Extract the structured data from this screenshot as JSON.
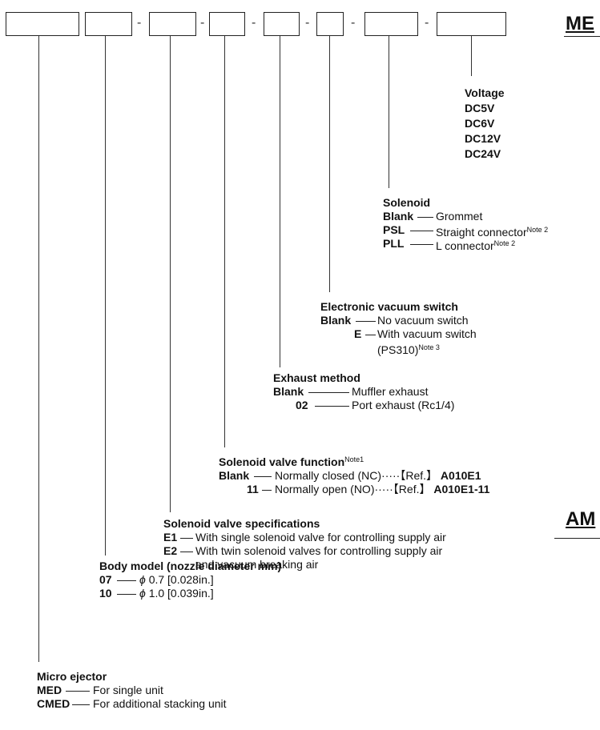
{
  "header": {
    "title_fragment": "ME",
    "lower_fragment": "AM"
  },
  "dashes": [
    "-",
    "-",
    "-",
    "-",
    "-",
    "-"
  ],
  "sections": {
    "voltage": {
      "title": "Voltage",
      "options": [
        "DC5V",
        "DC6V",
        "DC12V",
        "DC24V"
      ]
    },
    "solenoid": {
      "title": "Solenoid",
      "items": [
        {
          "code": "Blank",
          "desc": "Grommet",
          "note": ""
        },
        {
          "code": "PSL",
          "desc": "Straight connector",
          "note": "Note 2"
        },
        {
          "code": "PLL",
          "desc": "L connector",
          "note": "Note 2"
        }
      ]
    },
    "vacuum_switch": {
      "title": "Electronic vacuum switch",
      "items": [
        {
          "code": "Blank",
          "desc": "No vacuum switch"
        },
        {
          "code": "E",
          "desc": "With vacuum switch"
        }
      ],
      "extra": "(PS310)",
      "extra_note": "Note 3"
    },
    "exhaust": {
      "title": "Exhaust method",
      "items": [
        {
          "code": "Blank",
          "desc": "Muffler exhaust"
        },
        {
          "code": "02",
          "desc": "Port exhaust (Rc1/4)"
        }
      ]
    },
    "valve_function": {
      "title": "Solenoid valve function",
      "title_note": "Note1",
      "items": [
        {
          "code": "Blank",
          "desc": "Normally closed (NC)",
          "dots": "·····",
          "ref": "【Ref.】",
          "model": "A010E1"
        },
        {
          "code": "11",
          "desc": "Normally open (NO)",
          "dots": "·····",
          "ref": "【Ref.】",
          "model": "A010E1-11"
        }
      ]
    },
    "valve_specs": {
      "title": "Solenoid valve specifications",
      "items": [
        {
          "code": "E1",
          "desc": "With single solenoid valve for controlling supply air"
        },
        {
          "code": "E2",
          "desc": "With twin solenoid valves for controlling supply air"
        }
      ],
      "continuation": "and vacuum breaking air"
    },
    "body_model": {
      "title": "Body model (nozzle diameter mm)",
      "items": [
        {
          "code": "07",
          "symbol": "ϕ",
          "desc": "0.7 [0.028in.]"
        },
        {
          "code": "10",
          "symbol": "ϕ",
          "desc": "1.0 [0.039in.]"
        }
      ]
    },
    "micro_ejector": {
      "title": "Micro ejector",
      "items": [
        {
          "code": "MED",
          "desc": "For single unit"
        },
        {
          "code": "CMED",
          "desc": "For additional stacking unit"
        }
      ]
    }
  }
}
